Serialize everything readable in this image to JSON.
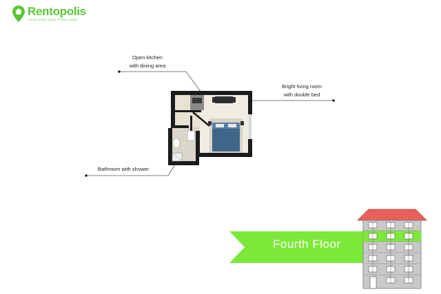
{
  "brand": {
    "name": "Rentopolis",
    "tagline": "YOUR HOME AWAY FROM HOME",
    "color": "#5cc639"
  },
  "callouts": {
    "kitchen": {
      "line1": "Open kitchen",
      "line2": "with dining area"
    },
    "living": {
      "line1": "Bright living room",
      "line2": "with double bed"
    },
    "bathroom": {
      "line1": "Bathroom with shower"
    }
  },
  "floor_banner": {
    "label": "Fourth Floor",
    "color": "#7ee83a"
  },
  "building": {
    "roof_color": "#e8625a",
    "facade_color": "#c9c9c9",
    "highlight_color": "#7ee83a",
    "highlight_floor": 4,
    "floors": 6
  }
}
